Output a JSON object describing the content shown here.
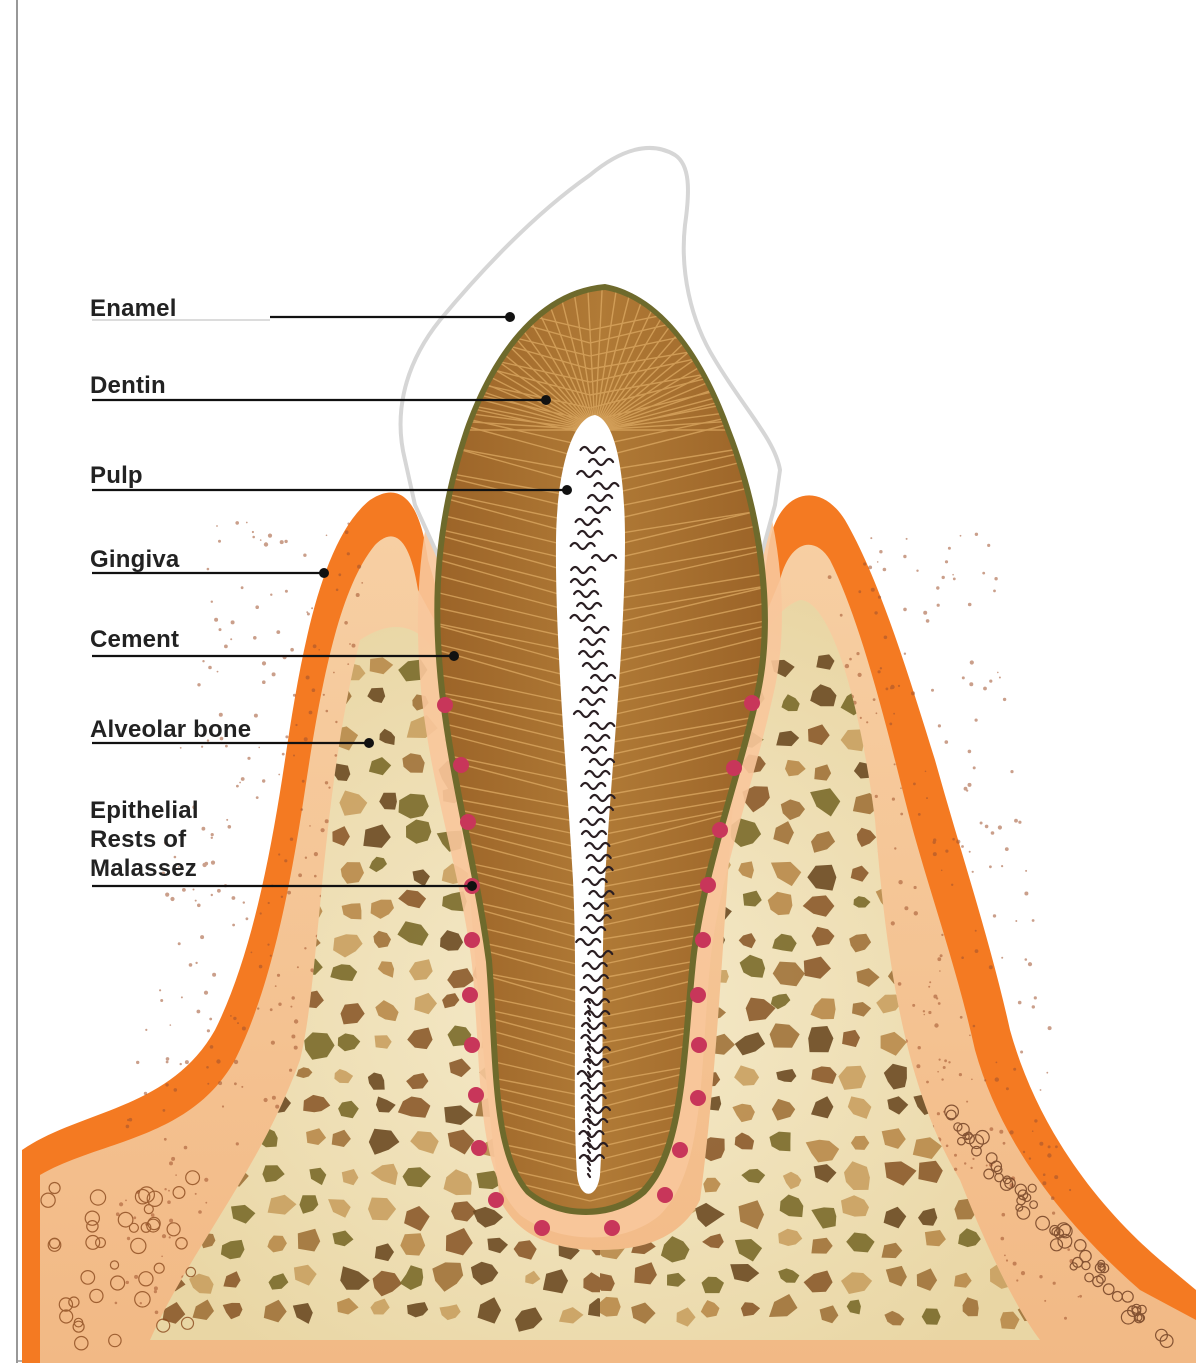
{
  "labels": {
    "enamel": "Enamel",
    "dentin": "Dentin",
    "pulp": "Pulp",
    "gingiva": "Gingiva",
    "cement": "Cement",
    "alveolar_bone": "Alveolar bone",
    "epithelial_line1": "Epithelial",
    "epithelial_line2": "Rests of",
    "epithelial_line3": "Malassez"
  },
  "colors": {
    "gingiva": "#F47A22",
    "gingiva_inner": "#F6C79A",
    "bone_bg": "#EFE0B5",
    "bone_chips": [
      "#8B5A2B",
      "#A0723A",
      "#6B4A22",
      "#B8894A",
      "#7A6A2A",
      "#C9A060"
    ],
    "dentin": "#A8712E",
    "dentin_lines": "#D9A55E",
    "cement": "#6E6A2C",
    "enamel_outline": "#D4D4D4",
    "pulp": "#FFFFFF",
    "pulp_strands": "#2A1E22",
    "rests": "#C8365A",
    "leader": "#111111"
  }
}
